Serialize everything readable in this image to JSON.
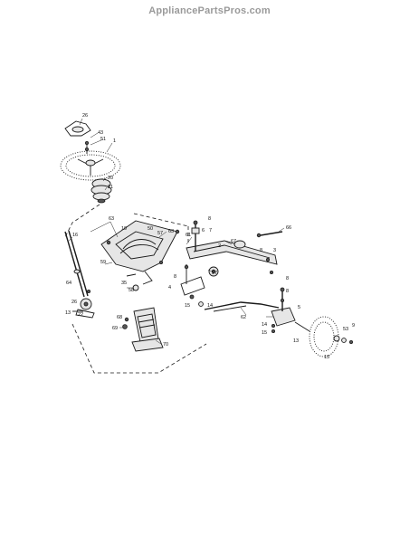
{
  "watermark": "AppliancePartsPros.com",
  "callouts": [
    {
      "id": "c-26-top",
      "text": "26"
    },
    {
      "id": "c-43",
      "text": "43"
    },
    {
      "id": "c-51",
      "text": "51"
    },
    {
      "id": "c-1",
      "text": "1"
    },
    {
      "id": "c-20",
      "text": "20"
    },
    {
      "id": "c-21",
      "text": "21"
    },
    {
      "id": "c-63a",
      "text": "63"
    },
    {
      "id": "c-19",
      "text": "19"
    },
    {
      "id": "c-50",
      "text": "50"
    },
    {
      "id": "c-57a",
      "text": "57"
    },
    {
      "id": "c-63b",
      "text": "63"
    },
    {
      "id": "c-61",
      "text": "61"
    },
    {
      "id": "c-16",
      "text": "16"
    },
    {
      "id": "c-59",
      "text": "59"
    },
    {
      "id": "c-58",
      "text": "58"
    },
    {
      "id": "c-35",
      "text": "35"
    },
    {
      "id": "c-64",
      "text": "64"
    },
    {
      "id": "c-26-left",
      "text": "26"
    },
    {
      "id": "c-13-left",
      "text": "13"
    },
    {
      "id": "c-22",
      "text": "22"
    },
    {
      "id": "c-8-top",
      "text": "8"
    },
    {
      "id": "c-6",
      "text": "6"
    },
    {
      "id": "c-7",
      "text": "7"
    },
    {
      "id": "c-67",
      "text": "67"
    },
    {
      "id": "c-66",
      "text": "66"
    },
    {
      "id": "c-2",
      "text": "2"
    },
    {
      "id": "c-8-right",
      "text": "8"
    },
    {
      "id": "c-3",
      "text": "3"
    },
    {
      "id": "c-57b",
      "text": "57"
    },
    {
      "id": "c-8-mid",
      "text": "8"
    },
    {
      "id": "c-4",
      "text": "4"
    },
    {
      "id": "c-14-mid",
      "text": "14"
    },
    {
      "id": "c-15-mid",
      "text": "15"
    },
    {
      "id": "c-8-r2",
      "text": "8"
    },
    {
      "id": "c-8-r3",
      "text": "8"
    },
    {
      "id": "c-5",
      "text": "5"
    },
    {
      "id": "c-62",
      "text": "62"
    },
    {
      "id": "c-68",
      "text": "68"
    },
    {
      "id": "c-69",
      "text": "69"
    },
    {
      "id": "c-70",
      "text": "70"
    },
    {
      "id": "c-14-right",
      "text": "14"
    },
    {
      "id": "c-15-right",
      "text": "15"
    },
    {
      "id": "c-13-right",
      "text": "13"
    },
    {
      "id": "c-13-wheel",
      "text": "13"
    },
    {
      "id": "c-53",
      "text": "53"
    },
    {
      "id": "c-9",
      "text": "9"
    }
  ]
}
